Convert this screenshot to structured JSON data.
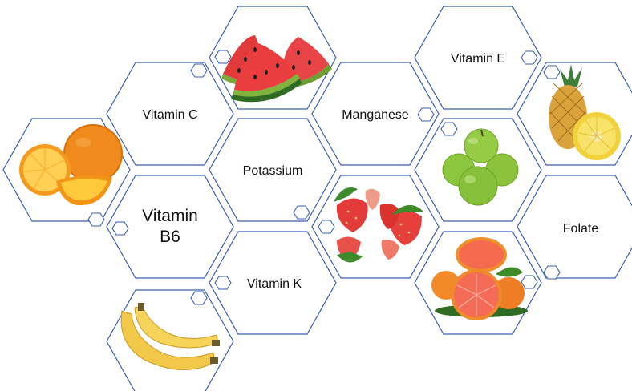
{
  "nutrients": [
    {
      "name": "Vitamin C",
      "lines": [
        "Vitamin C"
      ]
    },
    {
      "name": "Vitamin B6",
      "lines": [
        "Vitamin",
        "B6"
      ]
    },
    {
      "name": "Potassium",
      "lines": [
        "Potassium"
      ]
    },
    {
      "name": "Vitamin K",
      "lines": [
        "Vitamin K"
      ]
    },
    {
      "name": "Manganese",
      "lines": [
        "Manganese"
      ]
    },
    {
      "name": "Vitamin E",
      "lines": [
        "Vitamin E"
      ]
    },
    {
      "name": "Folate",
      "lines": [
        "Folate"
      ]
    }
  ],
  "fruits": [
    "orange-image",
    "watermelon-image",
    "banana-image",
    "strawberry-image",
    "apple-image",
    "pineapple-image",
    "grapefruit-image"
  ]
}
